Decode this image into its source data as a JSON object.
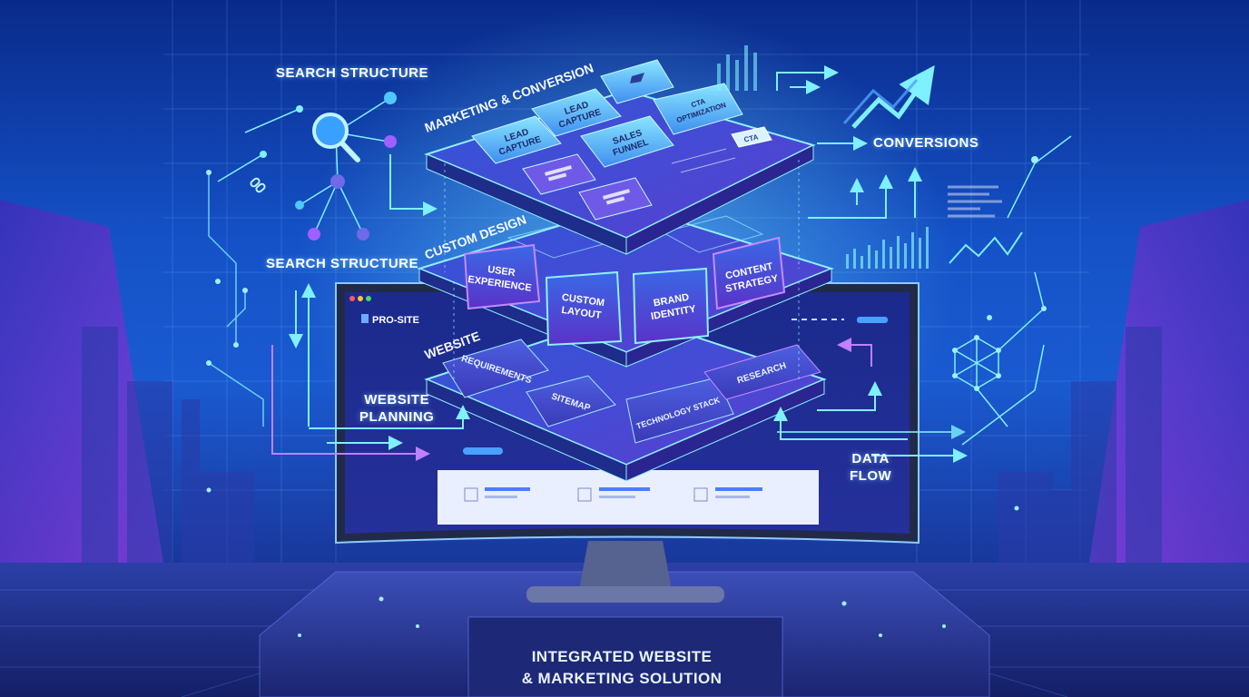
{
  "labels": {
    "search_structure_top": "SEARCH STRUCTURE",
    "search_structure_mid": "SEARCH STRUCTURE",
    "website_planning_line1": "WEBSITE",
    "website_planning_line2": "PLANNING",
    "conversions": "CONVERSIONS",
    "data_flow_line1": "DATA",
    "data_flow_line2": "FLOW"
  },
  "layers": {
    "marketing": {
      "title": "MARKETING & CONVERSION",
      "tiles": [
        {
          "line1": "LEAD",
          "line2": "CAPTURE"
        },
        {
          "line1": "LEAD",
          "line2": "CAPTURE"
        },
        {
          "line1": "SALES",
          "line2": "FUNNEL"
        },
        {
          "line1": "CTA",
          "line2": "OPTIMIZATION"
        }
      ],
      "cta_chip": "CTA"
    },
    "design": {
      "title": "CUSTOM DESIGN",
      "blocks": [
        {
          "line1": "USER",
          "line2": "EXPERIENCE"
        },
        {
          "line1": "CUSTOM",
          "line2": "LAYOUT"
        },
        {
          "line1": "BRAND",
          "line2": "IDENTITY"
        },
        {
          "line1": "CONTENT",
          "line2": "STRATEGY"
        }
      ]
    },
    "website": {
      "title": "WEBSITE",
      "tiles": [
        "REQUIREMENTS",
        "SITEMAP",
        "TECHNOLOGY STACK",
        "RESEARCH"
      ]
    }
  },
  "monitor": {
    "brand": "PRO-SITE"
  },
  "pedestal": {
    "line1": "INTEGRATED WEBSITE",
    "line2": "& MARKETING SOLUTION"
  },
  "colors": {
    "accent_cyan": "#5fe3ff",
    "accent_purple": "#a06bff",
    "background_blue": "#1552c8"
  }
}
